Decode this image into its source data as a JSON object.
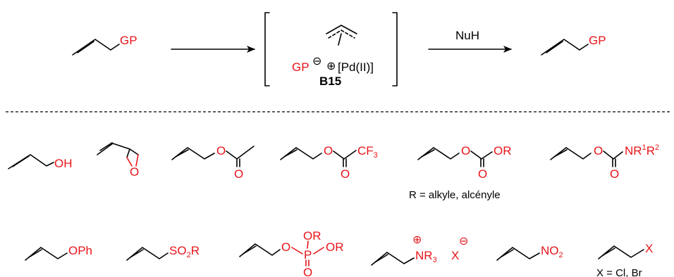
{
  "colors": {
    "hetero": "#e8141a",
    "bond": "#000000"
  },
  "reaction": {
    "gp_start": "GP",
    "gp_end": "GP",
    "reagent": "NuH",
    "intermediate": {
      "anion": "GP",
      "anion_charge": "⊖",
      "cation_charge": "⊕",
      "metal": "[Pd(II)]",
      "label": "B15"
    }
  },
  "leaving_groups": {
    "row1": {
      "alcohol": "OH",
      "epoxide_o": "O",
      "acetate_o": "O",
      "acetate_carbonyl_o": "O",
      "trifluoroacetate_o": "O",
      "trifluoroacetate_cf3": "CF",
      "trifluoroacetate_sub": "3",
      "trifluoroacetate_carbonyl_o": "O",
      "carbonate_o": "O",
      "carbonate_or": "OR",
      "carbonate_carbonyl_o": "O",
      "carbonate_caption": "R = alkyle, alcényle",
      "carbamate_o": "O",
      "carbamate_nr": "NR",
      "carbamate_sup1": "1",
      "carbamate_r": "R",
      "carbamate_sup2": "2",
      "carbamate_carbonyl_o": "O"
    },
    "row2": {
      "phenyl_ether": "OPh",
      "sulfone": "SO",
      "sulfone_sub": "2",
      "sulfone_r": "R",
      "phosphate_o": "O",
      "phosphate_p": "P",
      "phosphate_or_top": "OR",
      "phosphate_or_right": "OR",
      "phosphate_o_bottom": "O",
      "ammonium_plus": "⊕",
      "ammonium_n": "NR",
      "ammonium_sub": "3",
      "ammonium_x": "X",
      "ammonium_minus": "⊖",
      "nitro": "NO",
      "nitro_sub": "2",
      "halide_x": "X",
      "halide_caption": "X = Cl, Br"
    }
  }
}
